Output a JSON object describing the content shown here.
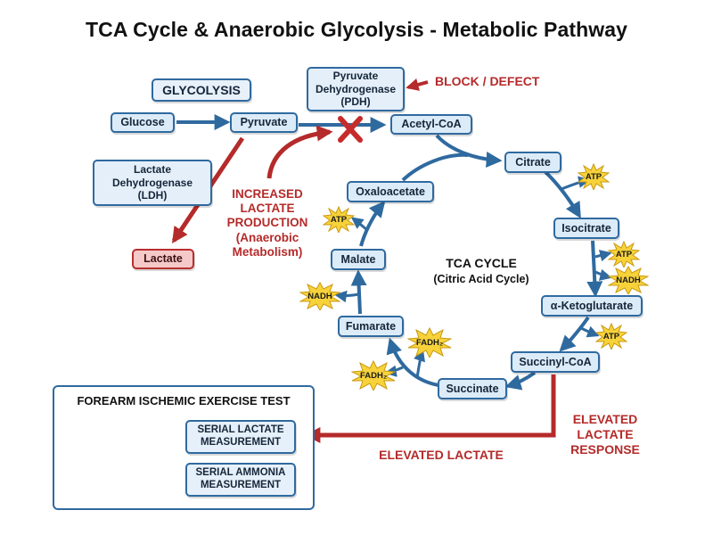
{
  "title": "TCA Cycle & Anaerobic Glycolysis - Metabolic Pathway",
  "glycolysis": {
    "header": "GLYCOLYSIS",
    "glucose": "Glucose",
    "pyruvate": "Pyruvate",
    "ldh": "Lactate\nDehydrogenase\n(LDH)",
    "lactate": "Lactate"
  },
  "pdh": {
    "label": "Pyruvate\nDehydrogenase\n(PDH)",
    "block_text": "BLOCK / DEFECT",
    "acetyl_coa": "Acetyl-CoA"
  },
  "increased_lactate": "INCREASED\nLACTATE\nPRODUCTION\n(Anaerobic\nMetabolism)",
  "cycle": {
    "title": "TCA CYCLE",
    "subtitle": "(Citric Acid Cycle)",
    "citrate": "Citrate",
    "isocitrate": "Isocitrate",
    "alpha_ketoglutarate": "α-Ketoglutarate",
    "succinyl_coa": "Succinyl-CoA",
    "succinate": "Succinate",
    "fumarate": "Fumarate",
    "malate": "Malate",
    "oxaloacetate": "Oxaloacetate"
  },
  "products": {
    "atp": "ATP",
    "nadh": "NADH",
    "fadh2": "FADH₂"
  },
  "test": {
    "title": "FOREARM ISCHEMIC EXERCISE TEST",
    "lactate_measure": "SERIAL LACTATE\nMEASUREMENT",
    "ammonia_measure": "SERIAL AMMONIA\nMEASUREMENT"
  },
  "elevated_lactate": "ELEVATED LACTATE",
  "elevated_response": "ELEVATED\nLACTATE\nRESPONSE",
  "colors": {
    "blue_border": "#2f6a9f",
    "blue_fill": "#dcebf8",
    "red": "#b52a2a",
    "burst_yellow": "#f7d23a"
  }
}
